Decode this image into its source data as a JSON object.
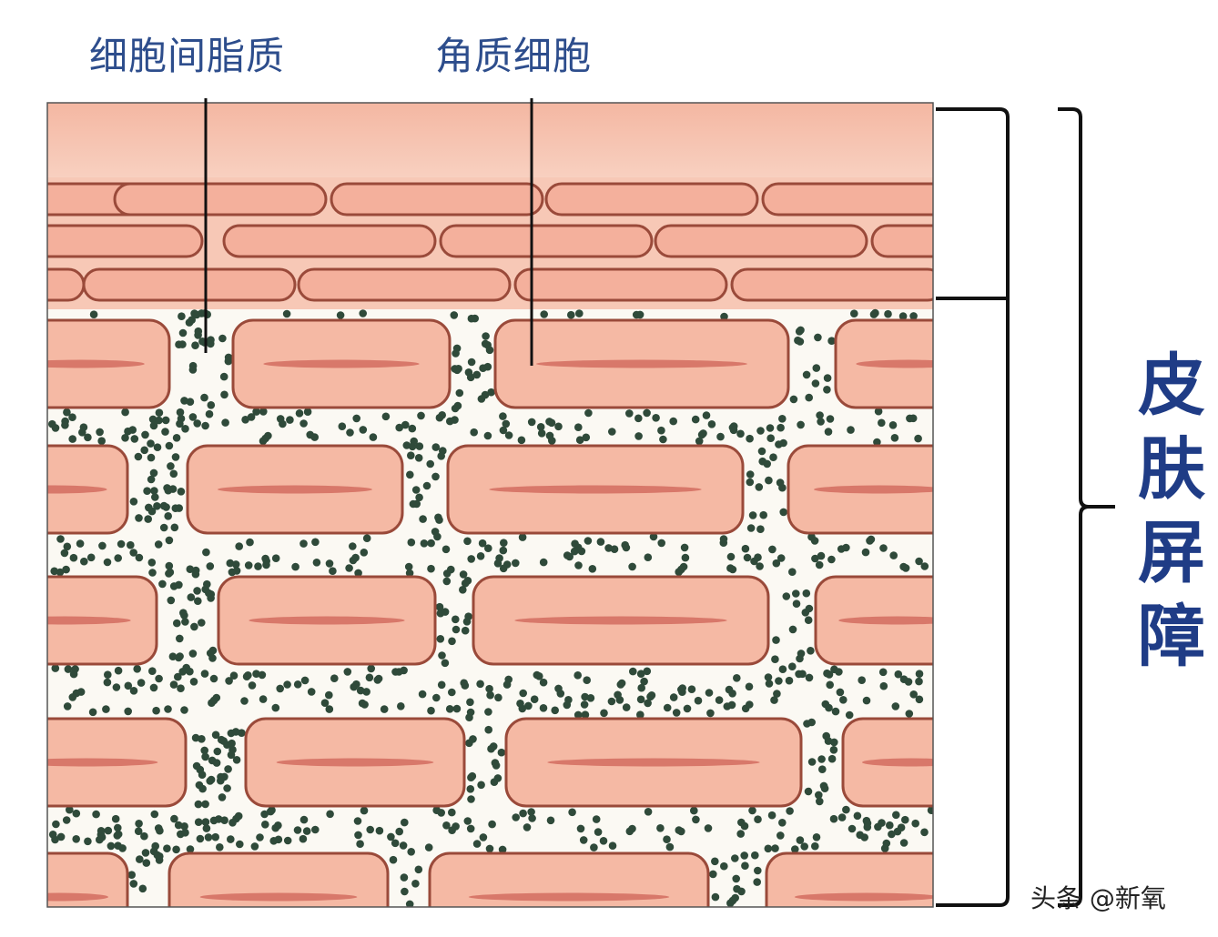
{
  "labels": {
    "intercellular_lipid": "细胞间脂质",
    "corneocyte": "角质细胞"
  },
  "barrier_label_chars": [
    "皮",
    "肤",
    "屏",
    "障"
  ],
  "watermark": "头条 @新氧",
  "colors": {
    "label_blue": "#2d4d8c",
    "barrier_blue": "#1f3c86",
    "cell_fill": "#f5b9a4",
    "cell_stroke": "#9a4a3a",
    "nucleus": "#d8786a",
    "lipid_dot": "#2f4a3a",
    "outline": "#222222"
  }
}
